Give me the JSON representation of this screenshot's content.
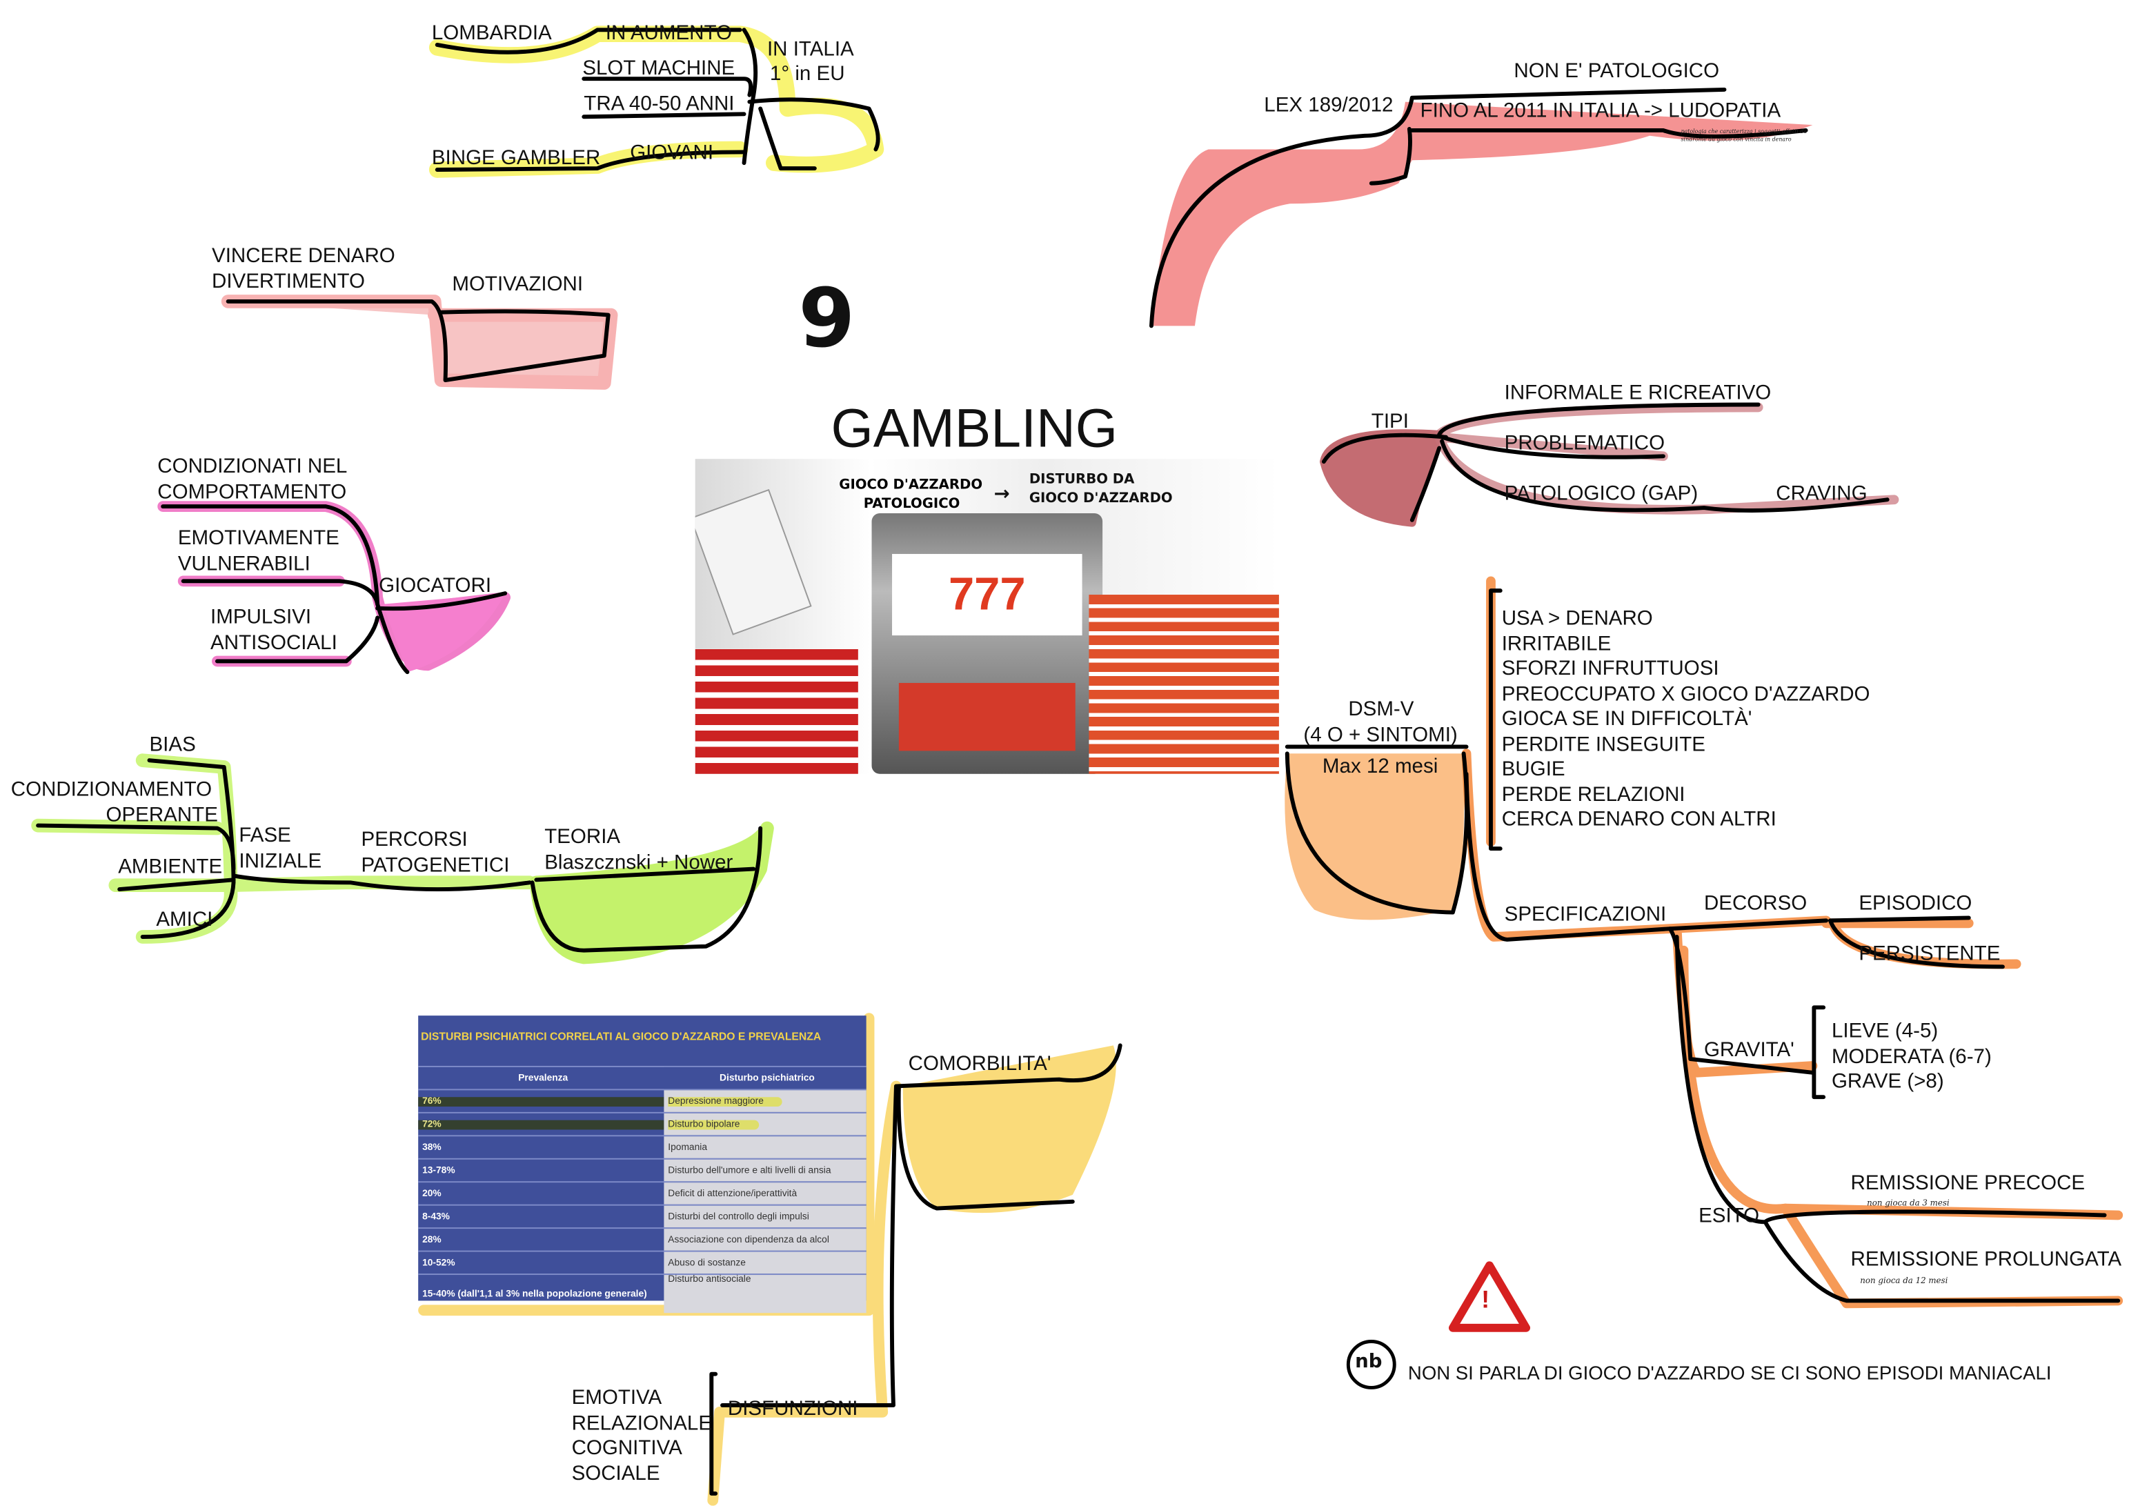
{
  "title": "GAMBLING",
  "page_number": "9",
  "italia": {
    "items": [
      "LOMBARDIA",
      "IN AUMENTO",
      "SLOT MACHINE",
      "TRA 40-50 ANNI",
      "BINGE GAMBLER",
      "GIOVANI"
    ],
    "label": "IN ITALIA",
    "sub": "1° in EU"
  },
  "motivazioni": {
    "label": "MOTIVAZIONI",
    "items": [
      "VINCERE DENARO",
      "DIVERTIMENTO"
    ]
  },
  "giocatori": {
    "label": "GIOCATORI",
    "items": [
      "CONDIZIONATI NEL",
      "COMPORTAMENTO",
      "EMOTIVAMENTE",
      "VULNERABILI",
      "IMPULSIVI",
      "ANTISOCIALI"
    ]
  },
  "percorsi": {
    "fase": [
      "FASE",
      "INIZIALE"
    ],
    "items": [
      "BIAS",
      "CONDIZIONAMENTO",
      "OPERANTE",
      "AMBIENTE",
      "AMICI"
    ],
    "label": [
      "PERCORSI",
      "PATOGENETICI"
    ],
    "teoria": [
      "TEORIA",
      "Blaszcznski + Nower"
    ]
  },
  "image_notes": {
    "crossed": [
      "GIOCO D'AZZARDO",
      "PATOLOGICO"
    ],
    "arrow": "→",
    "new": [
      "DISTURBO DA",
      "GIOCO D'AZZARDO"
    ]
  },
  "table": {
    "caption": "DISTURBI PSICHIATRICI CORRELATI AL GIOCO D'AZZARDO E PREVALENZA",
    "headers": [
      "Prevalenza",
      "Disturbo psichiatrico"
    ],
    "rows": [
      [
        "76%",
        "Depressione maggiore"
      ],
      [
        "72%",
        "Disturbo bipolare"
      ],
      [
        "38%",
        "Ipomania"
      ],
      [
        "13-78%",
        "Disturbo dell'umore e alti livelli di ansia"
      ],
      [
        "20%",
        "Deficit di attenzione/iperattività"
      ],
      [
        "8-43%",
        "Disturbi del controllo degli impulsi"
      ],
      [
        "28%",
        "Associazione con dipendenza da alcol"
      ],
      [
        "10-52%",
        "Abuso di sostanze"
      ],
      [
        "15-40% (dall'1,1 al 3% nella popolazione generale)",
        "Disturbo antisociale"
      ]
    ]
  },
  "comorbilita": {
    "label": "COMORBILITA'",
    "disfunzioni": "DISFUNZIONI",
    "items": [
      "EMOTIVA",
      "RELAZIONALE",
      "COGNITIVA",
      "SOCIALE"
    ]
  },
  "lex": {
    "label": "LEX 189/2012",
    "non": "NON E' PATOLOGICO",
    "fino": "FINO AL 2011 IN ITALIA -> LUDOPATIA",
    "note1": "patologia che caratterizza i soggetti affetti da",
    "note2": "sindrome da gioco con vincita in denaro"
  },
  "tipi": {
    "label": "TIPI",
    "items": [
      "INFORMALE E RICREATIVO",
      "PROBLEMATICO",
      "PATOLOGICO (GAP)"
    ],
    "craving": "CRAVING"
  },
  "dsm": {
    "label": "DSM-V",
    "sub": "(4 O + SINTOMI)",
    "max": "Max 12 mesi",
    "items": [
      "USA > DENARO",
      "IRRITABILE",
      "SFORZI INFRUTTUOSI",
      "PREOCCUPATO X GIOCO D'AZZARDO",
      "GIOCA SE IN DIFFICOLTÀ'",
      "PERDITE INSEGUITE",
      "BUGIE",
      "PERDE RELAZIONI",
      "CERCA DENARO CON ALTRI"
    ]
  },
  "spec": {
    "label": "SPECIFICAZIONI",
    "decorso": "DECORSO",
    "episodico": "EPISODICO",
    "persistente": "PERSISTENTE",
    "gravita": "GRAVITA'",
    "gravita_items": [
      "LIEVE (4-5)",
      "MODERATA (6-7)",
      "GRAVE (>8)"
    ],
    "esito": "ESITO",
    "precoce": "REMISSIONE PRECOCE",
    "precoce_note": "non gioca da 3 mesi",
    "prolungata": "REMISSIONE PROLUNGATA",
    "prolungata_note": "non gioca da 12 mesi"
  },
  "nb": {
    "badge": "nb",
    "text": "NON SI PARLA DI GIOCO D'AZZARDO SE CI SONO EPISODI MANIACALI",
    "warning": "!"
  }
}
